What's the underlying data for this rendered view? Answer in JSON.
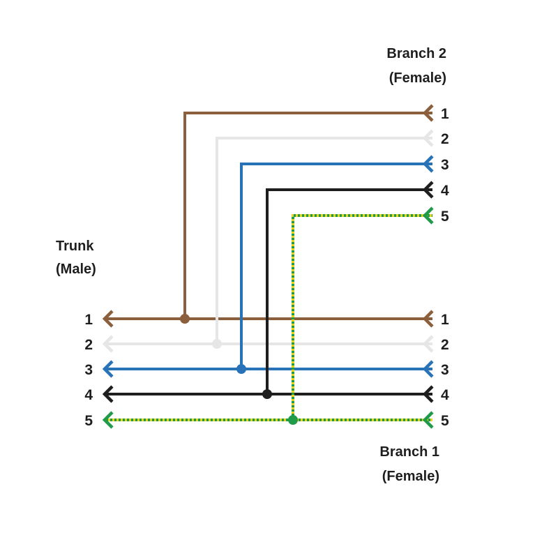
{
  "trunk": {
    "title": "Trunk",
    "subtitle": "(Male)",
    "pins": [
      "1",
      "2",
      "3",
      "4",
      "5"
    ]
  },
  "branch1": {
    "title": "Branch 1",
    "subtitle": "(Female)",
    "pins": [
      "1",
      "2",
      "3",
      "4",
      "5"
    ]
  },
  "branch2": {
    "title": "Branch 2",
    "subtitle": "(Female)",
    "pins": [
      "1",
      "2",
      "3",
      "4",
      "5"
    ]
  },
  "wires": [
    {
      "pin": "1",
      "color": "#8b5e3c",
      "icon": "brown-wire"
    },
    {
      "pin": "2",
      "color": "#e6e6e6",
      "icon": "white-wire"
    },
    {
      "pin": "3",
      "color": "#2873b8",
      "icon": "blue-wire"
    },
    {
      "pin": "4",
      "color": "#1e1e1e",
      "icon": "black-wire"
    },
    {
      "pin": "5",
      "color": "#1f9a48",
      "stripe_color": "#e8d51f",
      "icon": "green-yellow-earth-wire"
    }
  ]
}
